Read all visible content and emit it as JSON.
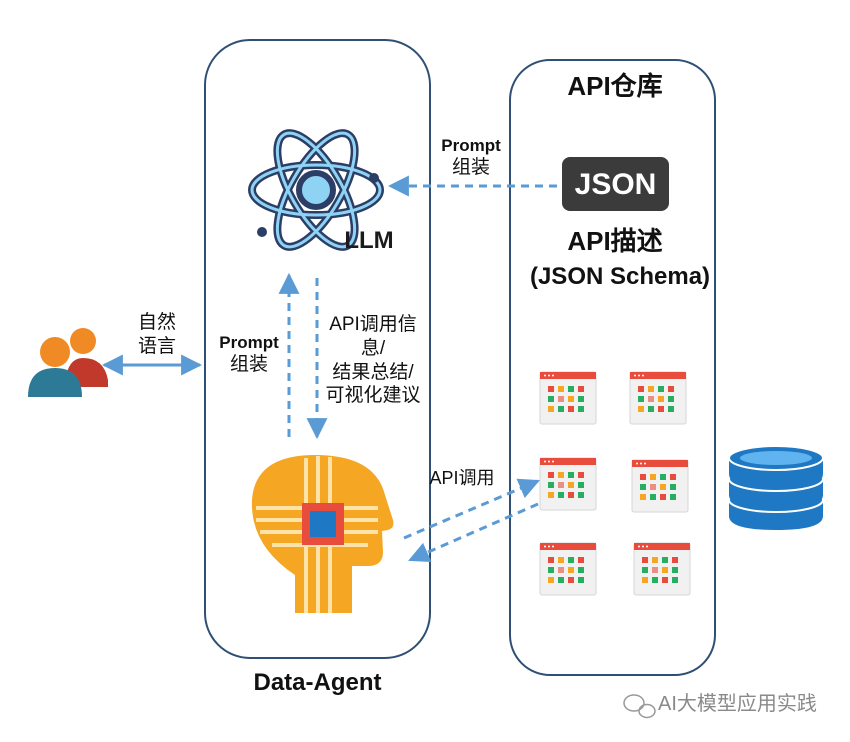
{
  "left_panel": {
    "title": "Data-Agent"
  },
  "right_panel": {
    "title": "API仓库"
  },
  "llm": {
    "label": "LLM"
  },
  "json_badge": {
    "text": "JSON"
  },
  "api_desc": {
    "line1": "API描述",
    "line2": "(JSON Schema)"
  },
  "user_edge": {
    "line1": "自然",
    "line2": "语言"
  },
  "prompt_left": {
    "line1": "Prompt",
    "line2": "组装"
  },
  "prompt_top": {
    "line1": "Prompt",
    "line2": "组装"
  },
  "llm_return": {
    "line1": "API调用信",
    "line2": "息/",
    "line3": "结果总结/",
    "line4": "可视化建议"
  },
  "api_call": {
    "label": "API调用"
  },
  "watermark": {
    "text": "AI大模型应用实践"
  },
  "colors": {
    "arrow": "#5a9bd5",
    "panel_border": "#2f4f75",
    "head": "#f5a623",
    "db": "#1f78c4"
  }
}
